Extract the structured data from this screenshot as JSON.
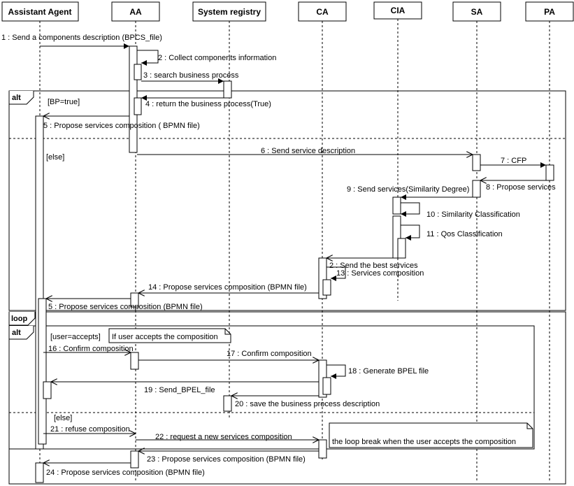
{
  "participants": [
    "Assistant Agent",
    "AA",
    "System registry",
    "CA",
    "CIA",
    "SA",
    "PA"
  ],
  "fragments": {
    "alt1": "alt",
    "loop": "loop",
    "alt2": "alt"
  },
  "guards": {
    "bp_true": "[BP=true]",
    "else1": "[else]",
    "user_accepts": "[user=accepts]",
    "else2": "[else]"
  },
  "notes": {
    "n1": "If user accepts the composition",
    "n2": "the loop break when the user accepts the composition"
  },
  "messages": {
    "m1": "1 : Send a  components description  (BPCS_file)",
    "m2": "2 : Collect components information",
    "m3": "3 : search business process",
    "m4": "4 : return the business process(True)",
    "m5": "5 : Propose services composition ( BPMN file)",
    "m6": "6 : Send service description",
    "m7": "7 : CFP",
    "m8": "8 : Propose services",
    "m9": "9 : Send services(Similarity Degree)",
    "m10": "10 : Similarity Classification",
    "m11": "11 : Qos Classification",
    "m12": "2 : Send the best services",
    "m13": "13 : Services composition",
    "m14": "14 : Propose services composition (BPMN file)",
    "m15": "5 : Propose services composition (BPMN file)",
    "m16": "16 : Confirm composition",
    "m17": "17 : Confirm composition",
    "m18": "18 : Generate BPEL file",
    "m19": "19 : Send_BPEL_file",
    "m20": "20 : save the business process description",
    "m21": "21 : refuse composition",
    "m22": "22 : request a new services composition",
    "m23": "23 : Propose services composition (BPMN file)",
    "m24": "24 : Propose services composition (BPMN file)"
  }
}
